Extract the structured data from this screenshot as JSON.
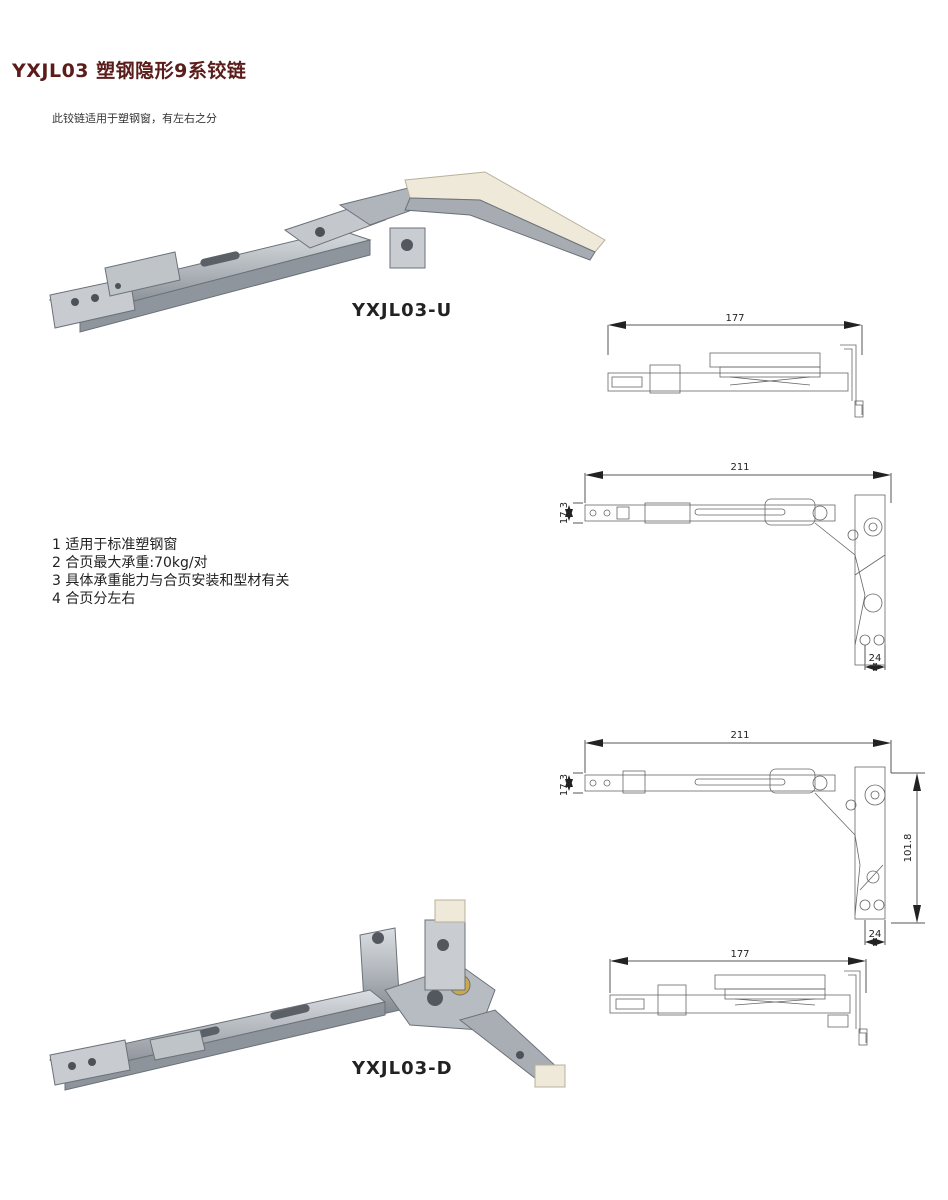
{
  "header": {
    "title": "YXJL03  塑钢隐形9系铰链",
    "subtitle": "此铰链适用于塑钢窗，有左右之分"
  },
  "products": {
    "upper": {
      "label": "YXJL03-U"
    },
    "lower": {
      "label": "YXJL03-D"
    }
  },
  "features": [
    "1 适用于标准塑钢窗",
    "2 合页最大承重:70kg/对",
    "3 具体承重能力与合页安装和型材有关",
    "4 合页分左右"
  ],
  "drawings": {
    "side_view_top": {
      "width": "177"
    },
    "top_view_upper": {
      "length": "211",
      "height": "17.3",
      "bottom": "24"
    },
    "top_view_lower": {
      "length": "211",
      "height": "17.3",
      "vertical": "101.8",
      "bottom": "24"
    },
    "side_view_bottom": {
      "width": "177"
    }
  },
  "colors": {
    "title": "#5a1d1a",
    "metal": "#b9bec4",
    "metal_dark": "#7d838a",
    "plastic": "#efe9da",
    "line": "#555555"
  }
}
